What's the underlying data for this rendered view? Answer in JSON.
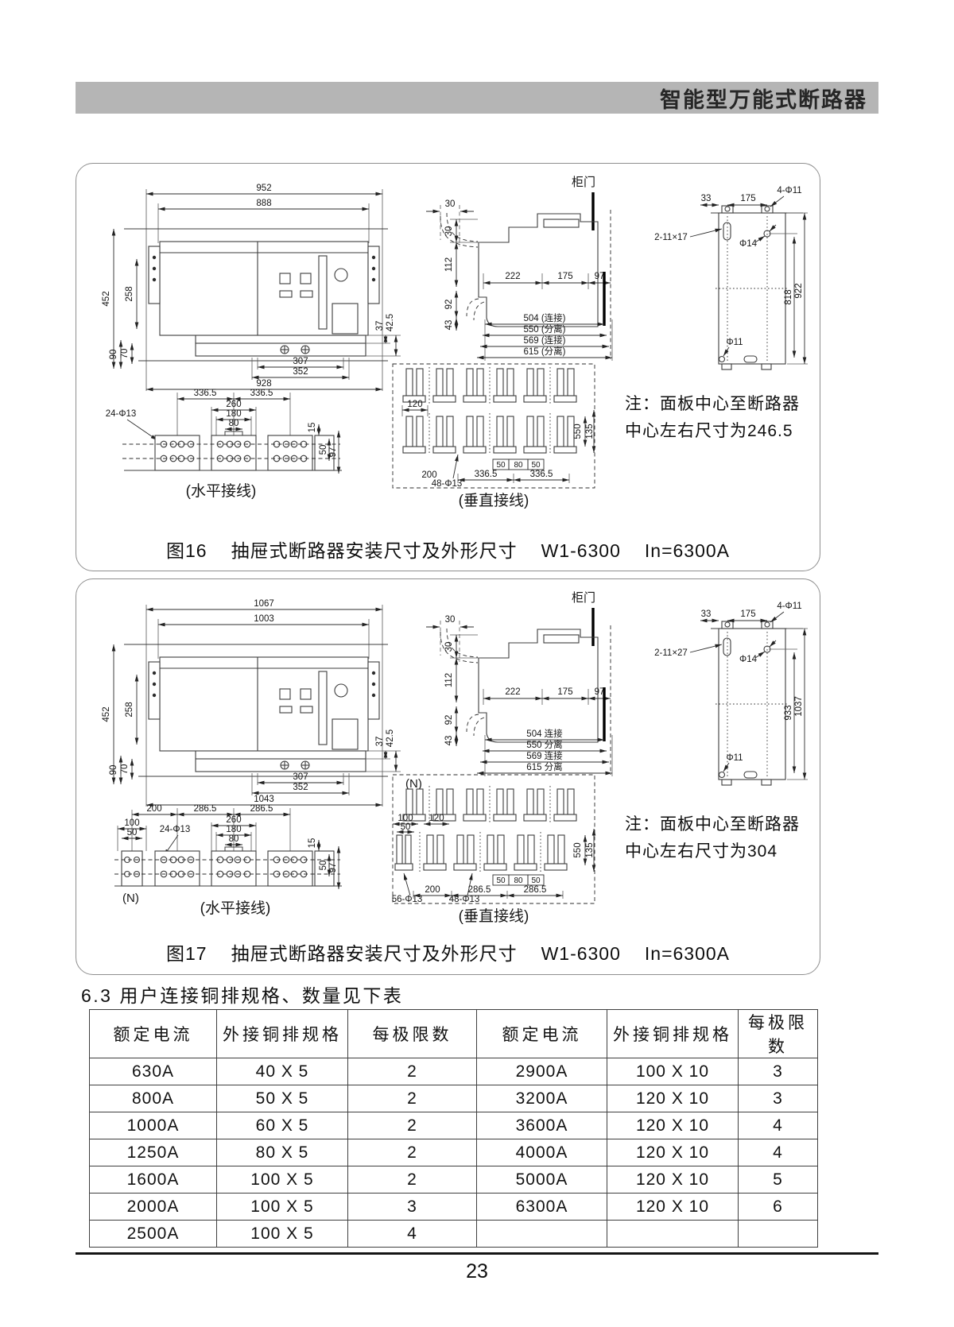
{
  "header": {
    "title": "智能型万能式断路器"
  },
  "fig16": {
    "front": {
      "w1": "952",
      "w2": "888",
      "h1": "452",
      "h2": "258",
      "h3": "90",
      "h4": "70",
      "r1": "37",
      "r2": "42.5",
      "b1": "307",
      "b2": "352",
      "b3": "928"
    },
    "horiz": {
      "s1": "336.5",
      "s2": "336.5",
      "w1": "260",
      "w2": "180",
      "w3": "80",
      "holes": "24-Φ13",
      "r1": "15",
      "r2": "50",
      "r3": "97",
      "label": "(水平接线)"
    },
    "side": {
      "door": "柜门",
      "t1": "30",
      "l1": "30",
      "l2": "112",
      "l3": "92",
      "l4": "43",
      "m1": "222",
      "m2": "175",
      "m3": "97",
      "b1": "504 (连接)",
      "b2": "550 (分离)",
      "b3": "569 (连接)",
      "b4": "615 (分离)"
    },
    "vert": {
      "d1": "120",
      "holes": "48-Φ13",
      "b0": "200",
      "b1": "336.5",
      "m1": "50",
      "m2": "80",
      "m3": "50",
      "b2": "336.5",
      "r1": "550",
      "r2": "135",
      "label": "(垂直接线)"
    },
    "rear": {
      "t1": "33",
      "t2": "175",
      "t3": "4-Φ11",
      "l1": "2-11×17",
      "c1": "Φ14",
      "r1": "818",
      "r2": "922",
      "b1": "Φ11"
    },
    "note1": "注：面板中心至断路器",
    "note2": "中心左右尺寸为246.5",
    "cap_no": "图16",
    "cap_text": "抽屉式断路器安装尺寸及外形尺寸",
    "cap_model": "W1-6300",
    "cap_in": "In=6300A"
  },
  "fig17": {
    "front": {
      "w1": "1067",
      "w2": "1003",
      "h1": "452",
      "h2": "258",
      "h3": "90",
      "h4": "70",
      "r1": "37",
      "r2": "42.5",
      "b1": "307",
      "b2": "352",
      "b3": "1043"
    },
    "horiz": {
      "n": "(N)",
      "s0": "200",
      "s1": "286.5",
      "s2": "286.5",
      "nw1": "100",
      "nw2": "50",
      "holes": "24-Φ13",
      "w1": "260",
      "w2": "180",
      "w3": "80",
      "r1": "15",
      "r2": "50",
      "r3": "97",
      "label": "(水平接线)"
    },
    "side": {
      "door": "柜门",
      "t1": "30",
      "l1": "30",
      "l2": "112",
      "l3": "92",
      "l4": "43",
      "m1": "222",
      "m2": "175",
      "m3": "97",
      "b1": "504 连接",
      "b2": "550 分离",
      "b3": "569 连接",
      "b4": "615 分离"
    },
    "vert": {
      "n": "(N)",
      "nw1": "100",
      "nw2": "50",
      "d1": "120",
      "holes1": "56-Φ13",
      "holes2": "48-Φ13",
      "b0": "200",
      "b1": "286.5",
      "m1": "50",
      "m2": "80",
      "m3": "50",
      "b2": "286.5",
      "r1": "550",
      "r2": "135",
      "label": "(垂直接线)"
    },
    "rear": {
      "t1": "33",
      "t2": "175",
      "t3": "4-Φ11",
      "l1": "2-11×27",
      "c1": "Φ14",
      "r1": "933",
      "r2": "1037",
      "b1": "Φ11"
    },
    "note1": "注：面板中心至断路器",
    "note2": "中心左右尺寸为304",
    "cap_no": "图17",
    "cap_text": "抽屉式断路器安装尺寸及外形尺寸",
    "cap_model": "W1-6300",
    "cap_in": "In=6300A"
  },
  "section": {
    "heading": "6.3 用户连接铜排规格、数量见下表"
  },
  "table": {
    "headers": [
      "额定电流",
      "外接铜排规格",
      "每极限数",
      "额定电流",
      "外接铜排规格",
      "每极限数"
    ],
    "rows": [
      [
        "630A",
        "40 X 5",
        "2",
        "2900A",
        "100 X 10",
        "3"
      ],
      [
        "800A",
        "50 X 5",
        "2",
        "3200A",
        "120 X 10",
        "3"
      ],
      [
        "1000A",
        "60 X 5",
        "2",
        "3600A",
        "120 X 10",
        "4"
      ],
      [
        "1250A",
        "80 X 5",
        "2",
        "4000A",
        "120 X 10",
        "4"
      ],
      [
        "1600A",
        "100 X 5",
        "2",
        "5000A",
        "120 X 10",
        "5"
      ],
      [
        "2000A",
        "100 X 5",
        "3",
        "6300A",
        "120 X 10",
        "6"
      ],
      [
        "2500A",
        "100 X 5",
        "4",
        "",
        "",
        ""
      ]
    ]
  },
  "footer": {
    "page": "23"
  }
}
